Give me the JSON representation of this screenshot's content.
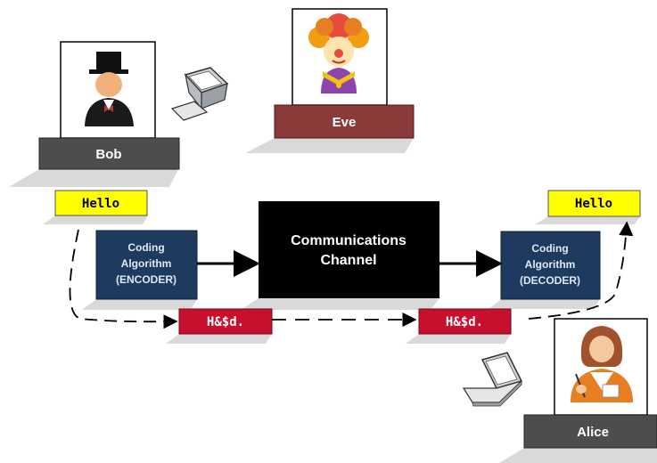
{
  "people": {
    "bob": "Bob",
    "eve": "Eve",
    "alice": "Alice"
  },
  "plaintext_left": "Hello",
  "plaintext_right": "Hello",
  "ciphertext_left": "H&$d.",
  "ciphertext_right": "H&$d.",
  "encoder": {
    "line1": "Coding",
    "line2": "Algorithm",
    "line3": "(ENCODER)"
  },
  "decoder": {
    "line1": "Coding",
    "line2": "Algorithm",
    "line3": "(DECODER)"
  },
  "channel": {
    "line1": "Communications",
    "line2": "Channel"
  },
  "colors": {
    "person_bar": "#4d4d4d",
    "eve_bar": "#8b3a3a",
    "plaintext_bg": "#ffff00",
    "cipher_bg": "#c8102e",
    "algo_box": "#1f3a5f",
    "channel_box": "#000000"
  }
}
